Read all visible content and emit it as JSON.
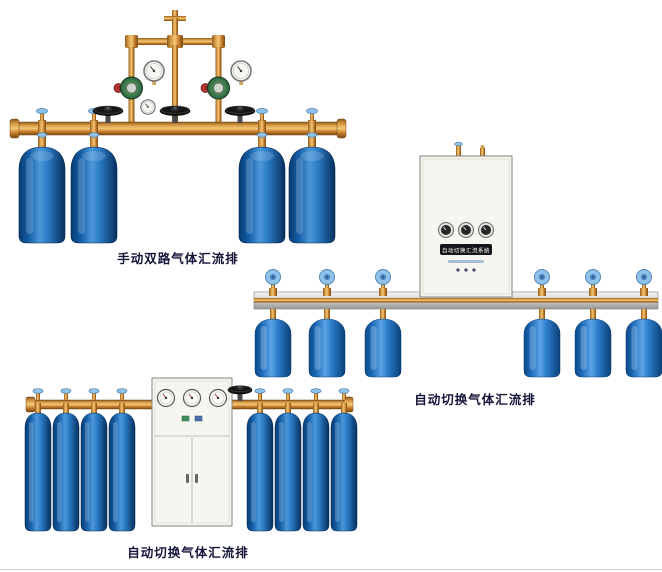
{
  "products": [
    {
      "type": "manual-dual-manifold",
      "caption": "手动双路气体汇流排",
      "cylinder_count": 4
    },
    {
      "type": "auto-switch-manifold-wall",
      "caption": "自动切换气体汇流排",
      "cabinet_label": "自动切换汇流系统",
      "cylinder_count": 6
    },
    {
      "type": "auto-switch-manifold-floor",
      "caption": "自动切换气体汇流排",
      "cylinder_count": 8
    }
  ],
  "colors": {
    "caption": "#15153a",
    "brass": "#c9892f",
    "cylinder_blue": "#1565b4",
    "knob_blue": "#8fc2ea",
    "cabinet_body": "#f6f6f0"
  }
}
